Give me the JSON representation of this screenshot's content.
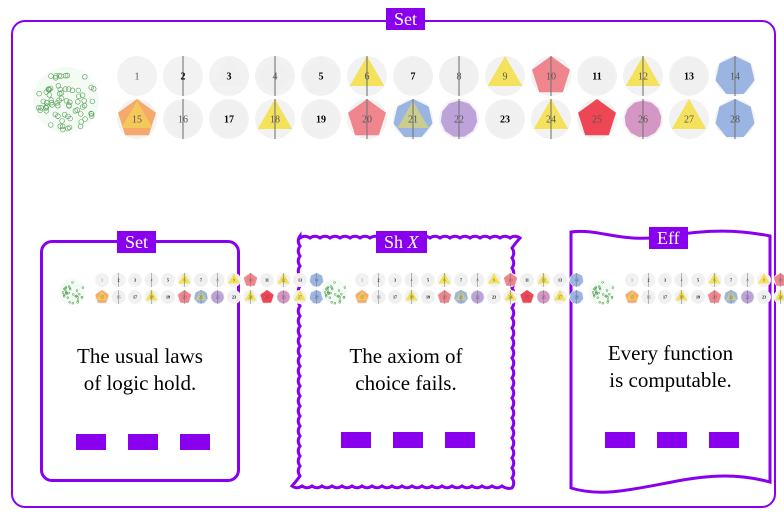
{
  "main_panel": {
    "label": "Set",
    "numbers": [
      "1",
      "2",
      "3",
      "4",
      "5",
      "6",
      "7",
      "8",
      "9",
      "10",
      "11",
      "12",
      "13",
      "14",
      "15",
      "16",
      "17",
      "18",
      "19",
      "20",
      "21",
      "22",
      "23",
      "24",
      "25",
      "26",
      "27",
      "28"
    ]
  },
  "cards": [
    {
      "label": "Set",
      "line1": "The usual laws",
      "line2": "of logic hold."
    },
    {
      "label_prefix": "Sh ",
      "label_var": "X",
      "line1": "The axiom of",
      "line2": "choice fails."
    },
    {
      "label": "Eff",
      "line1": "Every function",
      "line2": "is computable."
    }
  ],
  "colors": {
    "accent": "#8800ee",
    "yellow": "#f4e04d",
    "red": "#f07a82",
    "purple": "#b89ad8",
    "blue": "#90aee0",
    "orange": "#f5a25d",
    "pink": "#d08dbe",
    "gray": "#eeeeee"
  }
}
